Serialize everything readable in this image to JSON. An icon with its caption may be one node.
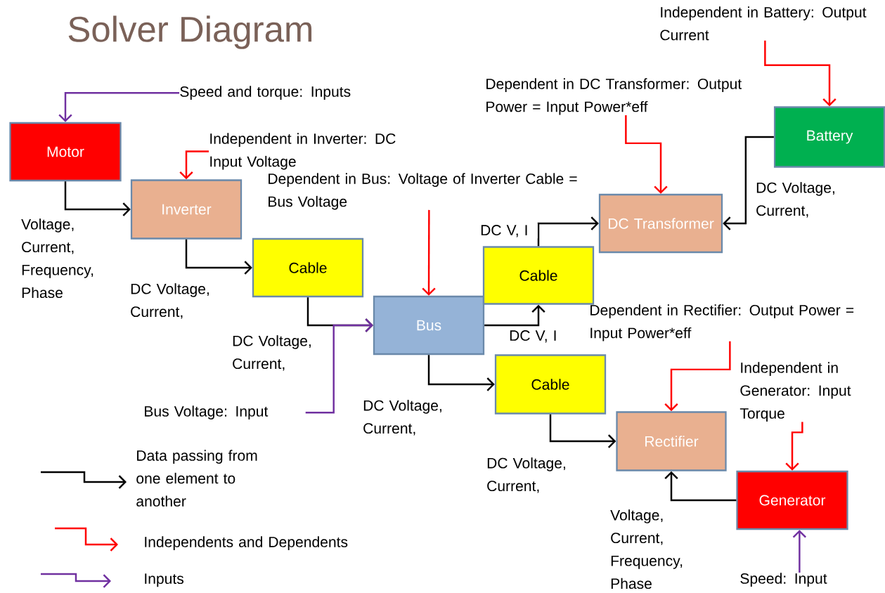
{
  "diagram": {
    "title": "Solver Diagram",
    "nodes": [
      {
        "text": [
          "Motor"
        ]
      },
      {
        "text": [
          "Inverter"
        ]
      },
      {
        "text": [
          "Cable"
        ]
      },
      {
        "text": [
          "Bus"
        ]
      },
      {
        "text": [
          "Cable"
        ]
      },
      {
        "text": [
          "DC Transformer"
        ]
      },
      {
        "text": [
          "Battery"
        ]
      },
      {
        "text": [
          "Cable"
        ]
      },
      {
        "text": [
          "Rectifier"
        ]
      },
      {
        "text": [
          "Generator"
        ]
      },
      {
        "text": [
          "Speed and torque: Inputs"
        ]
      },
      {
        "text": [
          "Independent in Inverter: DC Input Voltage"
        ]
      },
      {
        "text": [
          "Dependent in Bus: Voltage of Inverter Cable = Bus Voltage"
        ]
      },
      {
        "text": [
          "Dependent in DC Transformer: Output Power = Input Power*eff"
        ]
      },
      {
        "text": [
          "Independent in Battery: Output Current"
        ]
      },
      {
        "text": [
          "Bus Voltage: Input"
        ]
      },
      {
        "text": [
          "Dependent in Rectifier: Output Power = Input Power*eff"
        ]
      },
      {
        "text": [
          "Independent in Generator: Input Torque"
        ]
      },
      {
        "text": [
          "Speed: Input"
        ]
      }
    ],
    "edges": [
      {
        "from": 0,
        "to": 1,
        "arrow": "to",
        "label": "Voltage, Current, Frequency, Phase"
      },
      {
        "from": 1,
        "to": 2,
        "arrow": "to",
        "label": "DC Voltage, Current,"
      },
      {
        "from": 2,
        "to": 3,
        "arrow": "to",
        "label": "DC Voltage, Current,"
      },
      {
        "from": 3,
        "to": 4,
        "arrow": "to",
        "label": "DC V, I"
      },
      {
        "from": 4,
        "to": 5,
        "arrow": "to",
        "label": "DC V, I"
      },
      {
        "from": 6,
        "to": 5,
        "arrow": "to",
        "label": "DC Voltage, Current,"
      },
      {
        "from": 3,
        "to": 7,
        "arrow": "to",
        "label": "DC Voltage, Current,"
      },
      {
        "from": 7,
        "to": 8,
        "arrow": "to",
        "label": "DC Voltage, Current,"
      },
      {
        "from": 9,
        "to": 8,
        "arrow": "to",
        "label": "Voltage, Current, Frequency, Phase"
      },
      {
        "from": 10,
        "to": 0,
        "arrow": "to",
        "color": "#7030a0"
      },
      {
        "from": 11,
        "to": 1,
        "arrow": "to",
        "color": "#ff0000"
      },
      {
        "from": 12,
        "to": 3,
        "arrow": "to",
        "color": "#ff0000"
      },
      {
        "from": 13,
        "to": 5,
        "arrow": "to",
        "color": "#ff0000"
      },
      {
        "from": 14,
        "to": 6,
        "arrow": "to",
        "color": "#ff0000"
      },
      {
        "from": 15,
        "to": 3,
        "arrow": "to",
        "color": "#7030a0"
      },
      {
        "from": 16,
        "to": 8,
        "arrow": "to",
        "color": "#ff0000"
      },
      {
        "from": 17,
        "to": 9,
        "arrow": "to",
        "color": "#ff0000"
      },
      {
        "from": 18,
        "to": 9,
        "arrow": "to",
        "color": "#7030a0"
      }
    ],
    "legend": [
      {
        "text": "Data passing from one element to another"
      },
      {
        "text": "Independents and Dependents"
      },
      {
        "text": "Inputs"
      }
    ]
  }
}
